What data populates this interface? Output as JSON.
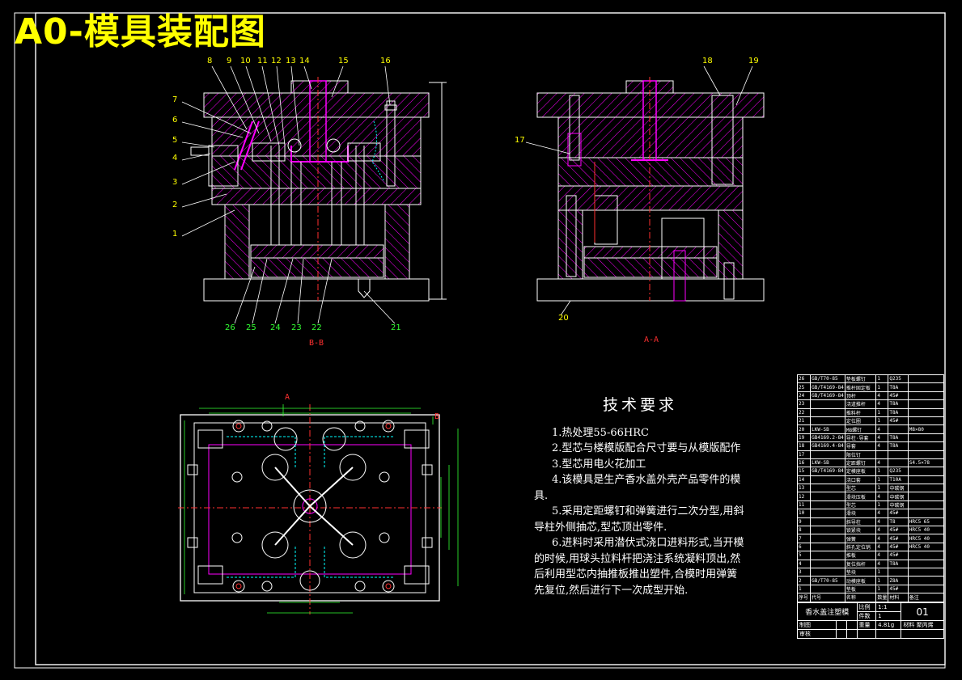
{
  "title": "A0-模具装配图",
  "views": {
    "section_bb_label": "B-B",
    "section_aa_label": "A-A"
  },
  "callouts_bb_top": [
    "8",
    "9",
    "10",
    "11",
    "12",
    "13",
    "14",
    "15",
    "16"
  ],
  "callouts_bb_left": [
    "7",
    "6",
    "5",
    "4",
    "3",
    "2",
    "1"
  ],
  "callouts_bb_bottom": [
    "26",
    "25",
    "24",
    "23",
    "22",
    "21"
  ],
  "callouts_aa": [
    "18",
    "19",
    "17",
    "20"
  ],
  "plan_marks": {
    "a": "A",
    "b": "B"
  },
  "tech_requirements": {
    "heading": "技术要求",
    "items": [
      "1.热处理55-66HRC",
      "2.型芯与楼模版配合尺寸要与从模版配作",
      "3.型芯用电火花加工",
      "4.该模具是生产香水盖外壳产品零件的模具.",
      "5.采用定距螺钉和弹簧进行二次分型,用斜导柱外侧抽芯,型芯顶出零件.",
      "6.进料时采用潜伏式浇口进料形式,当开模的时候,用球头拉料杆把浇注系统凝料顶出,然后利用型芯内抽推板推出塑件,合模时用弹簧先复位,然后进行下一次成型开始."
    ]
  },
  "bom": {
    "rows": [
      [
        "26",
        "GB/T70-85",
        "垫板螺钉",
        "1",
        "Q235",
        ""
      ],
      [
        "25",
        "GB/T4169-84",
        "推杆固定板",
        "1",
        "T8A",
        ""
      ],
      [
        "24",
        "GB/T4169-84",
        "顶杆",
        "4",
        "45#",
        ""
      ],
      [
        "23",
        "",
        "浇道推杆",
        "4",
        "T8A",
        ""
      ],
      [
        "22",
        "",
        "推料杆",
        "1",
        "T8A",
        ""
      ],
      [
        "21",
        "",
        "定位圈",
        "1",
        "45#",
        ""
      ],
      [
        "20",
        "LKW-SB",
        "M8螺钉",
        "4",
        "",
        "M8×80"
      ],
      [
        "19",
        "GB4169.2-84",
        "导柱·导套",
        "4",
        "T8A",
        ""
      ],
      [
        "18",
        "GB4169.4-84",
        "导套",
        "4",
        "T8A",
        ""
      ],
      [
        "17",
        "",
        "限位钉",
        "",
        "",
        ""
      ],
      [
        "16",
        "LKW-SB",
        "定距螺钉",
        "4",
        "",
        "S4.5×78"
      ],
      [
        "15",
        "GB/T4169-84",
        "定模座板",
        "1",
        "Q235",
        ""
      ],
      [
        "14",
        "",
        "浇口套",
        "1",
        "T10A",
        ""
      ],
      [
        "13",
        "",
        "型芯",
        "1",
        "中碳钢",
        ""
      ],
      [
        "12",
        "",
        "滑块压板",
        "4",
        "中碳钢",
        ""
      ],
      [
        "11",
        "",
        "型芯",
        "1",
        "中碳钢",
        ""
      ],
      [
        "10",
        "",
        "滑块",
        "4",
        "45#",
        ""
      ],
      [
        "9",
        "",
        "斜导柱",
        "4",
        "T8",
        "HRC5 65"
      ],
      [
        "8",
        "",
        "锁紧块",
        "4",
        "45#",
        "HRC5 40"
      ],
      [
        "7",
        "",
        "弹簧",
        "4",
        "45#",
        "HRC5 40"
      ],
      [
        "6",
        "",
        "斜孔定位销",
        "4",
        "45#",
        "HRC5 40"
      ],
      [
        "5",
        "",
        "推板",
        "4",
        "45#",
        ""
      ],
      [
        "4",
        "",
        "复位挡杆",
        "4",
        "T8A",
        ""
      ],
      [
        "3",
        "",
        "垫块",
        "1",
        "",
        ""
      ],
      [
        "2",
        "GB/T70-85",
        "动模座板",
        "1",
        "Z8A",
        ""
      ],
      [
        "1",
        "",
        "垫板",
        "1",
        "45#",
        ""
      ]
    ],
    "header": [
      "序号",
      "代号",
      "名称",
      "数量",
      "材料",
      "备注"
    ]
  },
  "title_block": {
    "part_name": "香水盖注塑模",
    "ratio_label": "比例",
    "ratio_value": "1:1",
    "sheet_label": "件数",
    "sheet_value": "1",
    "drawing_no": "01",
    "design": "制图",
    "weight_label": "重量",
    "weight_value": "4.81g",
    "material_label": "材料",
    "material_value": "聚丙烯",
    "check": "审核"
  },
  "colors": {
    "background": "#000000",
    "title": "#ffff00",
    "outline": "#ffffff",
    "hatch": "#ff00ff",
    "parts": "#ff00ff",
    "centerline": "#ff3030",
    "callout_green": "#33ff33",
    "dimension": "#33ff33",
    "cyan": "#00ffff"
  }
}
